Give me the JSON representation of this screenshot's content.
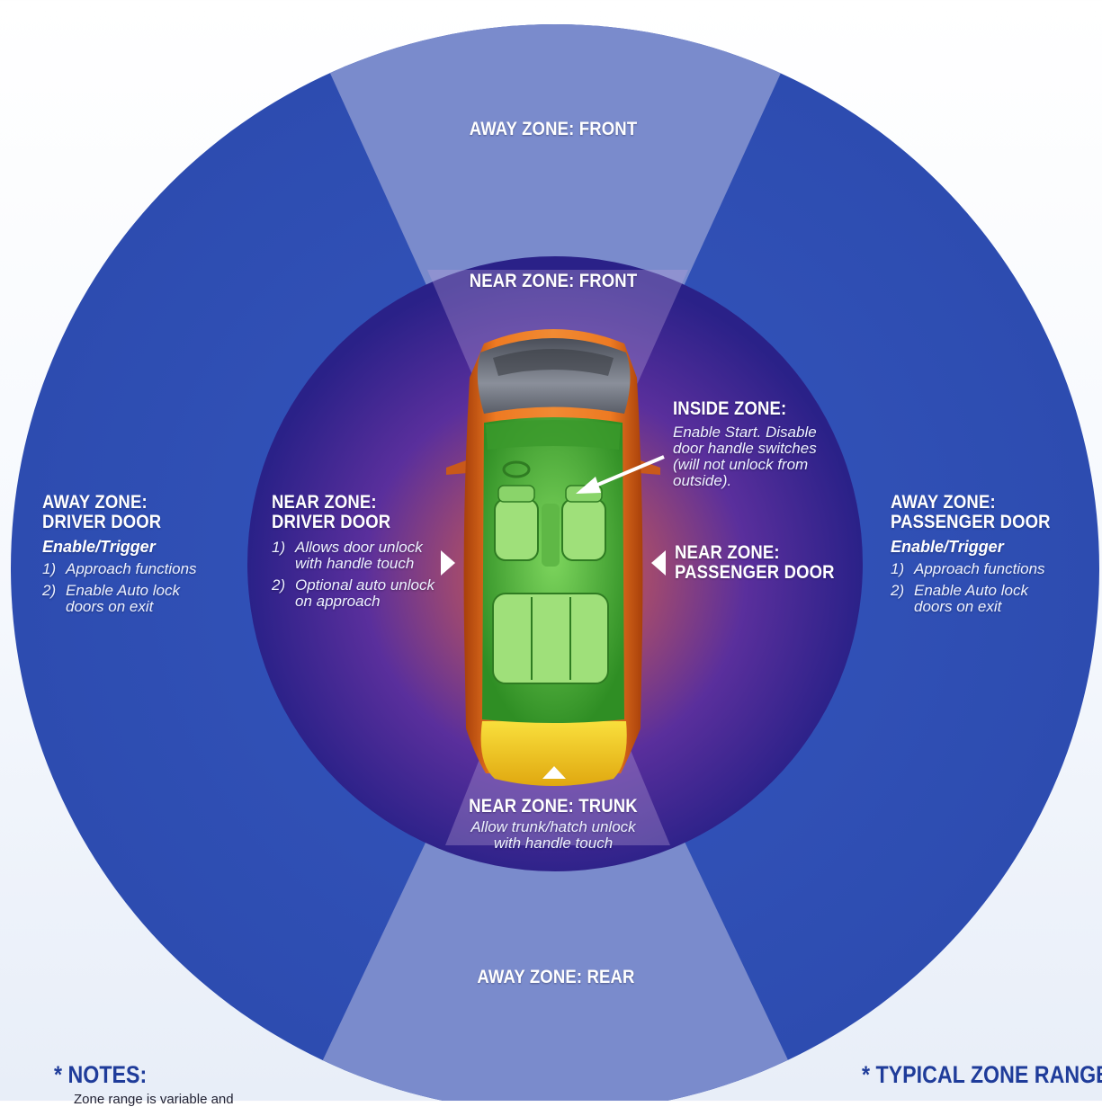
{
  "zones": {
    "away_front": "AWAY ZONE:  FRONT",
    "near_front": "NEAR ZONE:  FRONT",
    "away_rear": "AWAY ZONE:  REAR",
    "inside": {
      "title": "INSIDE ZONE:",
      "desc": [
        "Enable Start. Disable",
        "door handle switches",
        "(will not unlock from",
        "outside)."
      ]
    },
    "near_driver": {
      "title1": "NEAR ZONE:",
      "title2": "DRIVER DOOR",
      "items": [
        {
          "num": "1)",
          "lines": [
            "Allows door unlock",
            "with handle touch"
          ]
        },
        {
          "num": "2)",
          "lines": [
            "Optional auto unlock",
            "on approach"
          ]
        }
      ]
    },
    "near_passenger": {
      "title1": "NEAR ZONE:",
      "title2": "PASSENGER DOOR"
    },
    "near_trunk": {
      "title": "NEAR ZONE:  TRUNK",
      "desc": [
        "Allow trunk/hatch unlock",
        "with handle touch"
      ]
    },
    "away_driver": {
      "title1": "AWAY ZONE:",
      "title2": "DRIVER DOOR",
      "subtitle": "Enable/Trigger",
      "items": [
        {
          "num": "1)",
          "lines": [
            "Approach functions"
          ]
        },
        {
          "num": "2)",
          "lines": [
            "Enable Auto lock",
            "doors on exit"
          ]
        }
      ]
    },
    "away_passenger": {
      "title1": "AWAY ZONE:",
      "title2": "PASSENGER DOOR",
      "subtitle": "Enable/Trigger",
      "items": [
        {
          "num": "1)",
          "lines": [
            "Approach functions"
          ]
        },
        {
          "num": "2)",
          "lines": [
            "Enable Auto lock",
            "doors on exit"
          ]
        }
      ]
    }
  },
  "notes": {
    "title": "* NOTES:",
    "partial_line": "Zone range is variable and"
  },
  "ranges": {
    "title": "* TYPICAL ZONE RANGE"
  },
  "colors": {
    "away_zone": "#2f4fb5",
    "away_sector": "#7c8ccd",
    "near_zone_edge": "#2c1f8a",
    "near_zone_center": "#d0663b",
    "car_body": "#e06a14",
    "car_interior": "#4fbf3a",
    "car_roof": "#606470",
    "car_trunk": "#f4c81c",
    "title_text": "#1f3c9a"
  },
  "icons": [
    "arrow-right-icon",
    "arrow-left-icon",
    "arrow-up-icon",
    "pointer-arrow-icon"
  ]
}
